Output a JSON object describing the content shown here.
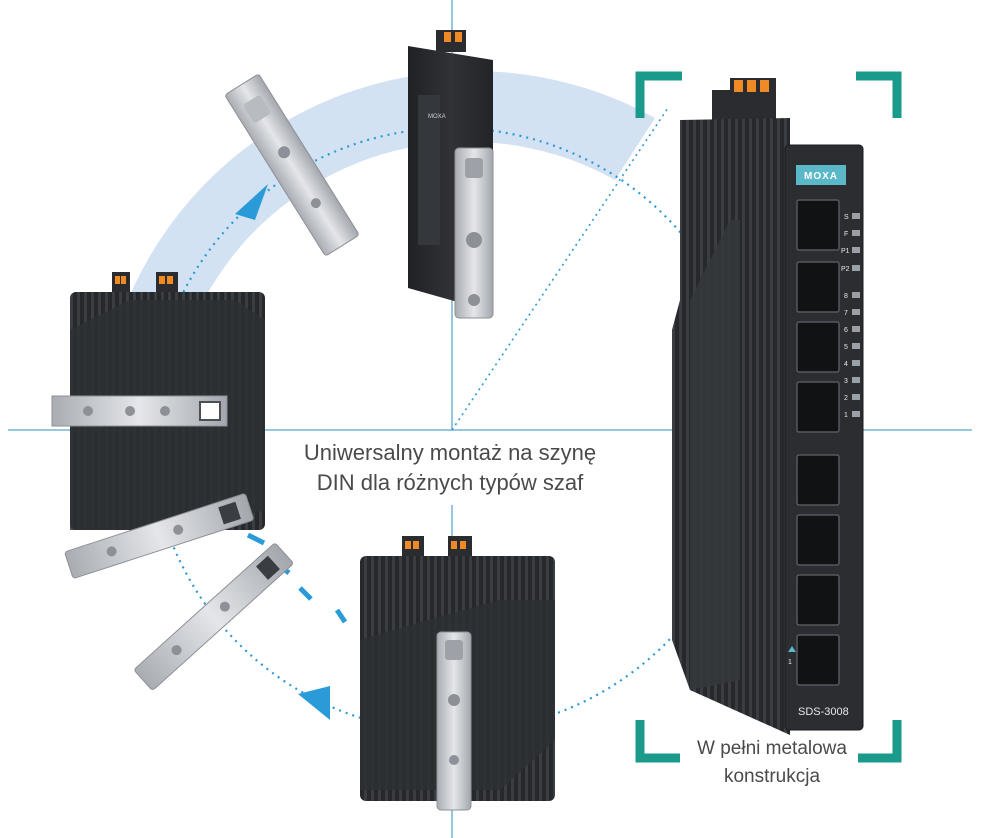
{
  "captions": {
    "mounting_line1": "Uniwersalny montaż na szynę",
    "mounting_line2": "DIN dla różnych typów szaf",
    "metal_line1": "W pełni metalowa",
    "metal_line2": "konstrukcja"
  },
  "device": {
    "brand": "MOXA",
    "model": "SDS-3008",
    "side_brand": "MOXA",
    "led_labels": [
      "S",
      "F",
      "P1",
      "P2",
      "8",
      "7",
      "6",
      "5",
      "4",
      "3",
      "2",
      "1"
    ],
    "port_mark": "1"
  },
  "colors": {
    "accent_teal": "#1a9a8a",
    "arrow_blue": "#2a9ad8",
    "arc_band": "#d3e2f3",
    "axis_line": "#5aa7c9",
    "device_body": "#2b2d30",
    "rail_metal": "#c9ccd0",
    "terminal_orange": "#f08a24",
    "text_gray": "#4a4a4a"
  }
}
